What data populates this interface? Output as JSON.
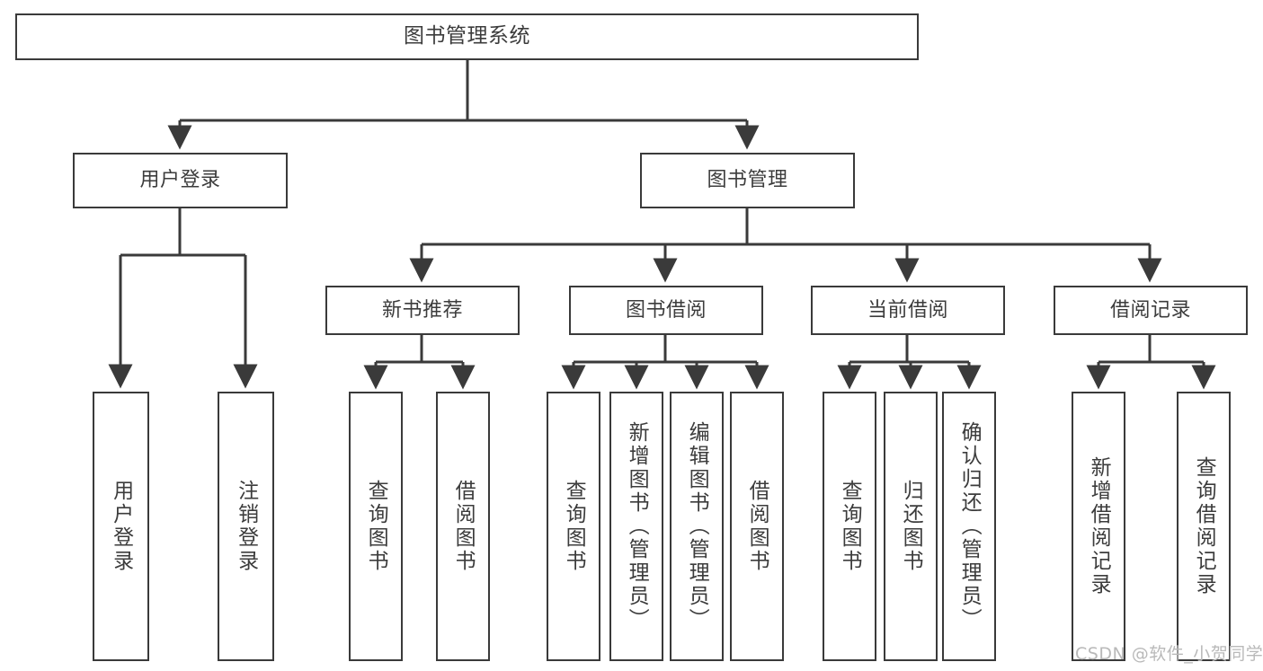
{
  "diagram": {
    "title": "图书管理系统",
    "type": "hierarchy-tree",
    "levels": 4
  },
  "nodes": {
    "root": {
      "label": "图书管理系统"
    },
    "level2": [
      {
        "id": "user-login",
        "label": "用户登录"
      },
      {
        "id": "book-management",
        "label": "图书管理"
      }
    ],
    "level3": [
      {
        "id": "new-book-recommend",
        "label": "新书推荐"
      },
      {
        "id": "book-borrow",
        "label": "图书借阅"
      },
      {
        "id": "current-borrow",
        "label": "当前借阅"
      },
      {
        "id": "borrow-record",
        "label": "借阅记录"
      }
    ],
    "leaves": {
      "user-login": [
        {
          "id": "leaf-user-login",
          "label": "用户登录"
        },
        {
          "id": "leaf-logout",
          "label": "注销登录"
        }
      ],
      "new-book-recommend": [
        {
          "id": "leaf-query-book-1",
          "label": "查询图书"
        },
        {
          "id": "leaf-borrow-book-1",
          "label": "借阅图书"
        }
      ],
      "book-borrow": [
        {
          "id": "leaf-query-book-2",
          "label": "查询图书"
        },
        {
          "id": "leaf-add-book",
          "label": "新增图书（管理员）"
        },
        {
          "id": "leaf-edit-book",
          "label": "编辑图书（管理员）"
        },
        {
          "id": "leaf-borrow-book-2",
          "label": "借阅图书"
        }
      ],
      "current-borrow": [
        {
          "id": "leaf-query-book-3",
          "label": "查询图书"
        },
        {
          "id": "leaf-return-book",
          "label": "归还图书"
        },
        {
          "id": "leaf-confirm-return",
          "label": "确认归还（管理员）"
        }
      ],
      "borrow-record": [
        {
          "id": "leaf-add-record",
          "label": "新增借阅记录"
        },
        {
          "id": "leaf-query-record",
          "label": "查询借阅记录"
        }
      ]
    }
  },
  "watermark": {
    "text": "CSDN @软件_小贺同学"
  },
  "colors": {
    "stroke": "#3a3a3a",
    "text": "#3c3c3c",
    "background": "#ffffff",
    "watermark": "#b9b9b9"
  }
}
